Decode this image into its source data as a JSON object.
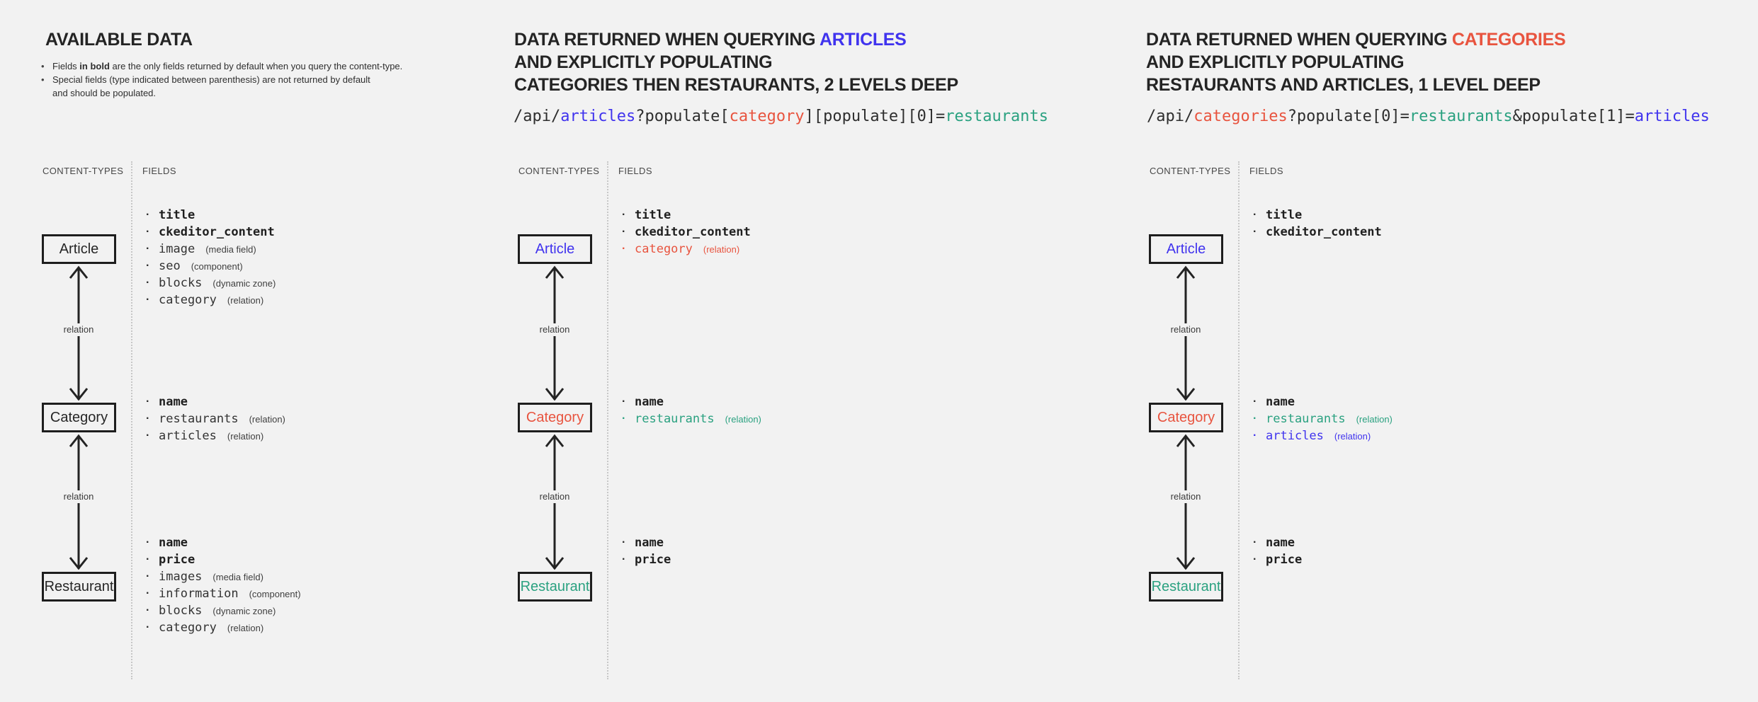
{
  "colors": {
    "bg": "#f2f2f2",
    "ink": "#242424",
    "blue": "#4033ee",
    "red": "#e8543f",
    "teal": "#2aa180",
    "muted": "#3f3f3f",
    "divider": "#c7c7c7",
    "line": "#232323"
  },
  "panels": [
    {
      "title": "AVAILABLE DATA",
      "notes": {
        "n1_pre": "Fields ",
        "n1_bold": "in bold",
        "n1_post": " are the only fields returned by default when you query the content-type.",
        "n2": "Special fields (type indicated between parenthesis) are not returned by default",
        "n2_cont": "and should be populated."
      },
      "column_headers": {
        "content_types": "CONTENT-TYPES",
        "fields": "FIELDS"
      },
      "relation_label": "relation",
      "boxes": {
        "article": "Article",
        "category": "Category",
        "restaurant": "Restaurant"
      },
      "article_fields": [
        {
          "name": "title",
          "bold": true
        },
        {
          "name": "ckeditor_content",
          "bold": true
        },
        {
          "name": "image",
          "type": "(media field)"
        },
        {
          "name": "seo",
          "type": "(component)"
        },
        {
          "name": "blocks",
          "type": "(dynamic zone)"
        },
        {
          "name": "category",
          "type": "(relation)"
        }
      ],
      "category_fields": [
        {
          "name": "name",
          "bold": true
        },
        {
          "name": "restaurants",
          "type": "(relation)"
        },
        {
          "name": "articles",
          "type": "(relation)"
        }
      ],
      "restaurant_fields": [
        {
          "name": "name",
          "bold": true
        },
        {
          "name": "price",
          "bold": true
        },
        {
          "name": "images",
          "type": "(media field)"
        },
        {
          "name": "information",
          "type": "(component)"
        },
        {
          "name": "blocks",
          "type": "(dynamic zone)"
        },
        {
          "name": "category",
          "type": "(relation)"
        }
      ]
    },
    {
      "heading": {
        "line1_pre": "DATA RETURNED WHEN QUERYING ",
        "line1_highlight": "ARTICLES",
        "line2": "AND EXPLICITLY POPULATING",
        "line3": "CATEGORIES THEN RESTAURANTS, 2 LEVELS DEEP"
      },
      "code": {
        "segments": [
          {
            "t": "/api/",
            "c": "dark"
          },
          {
            "t": "articles",
            "c": "blue"
          },
          {
            "t": "?populate[",
            "c": "dark"
          },
          {
            "t": "category",
            "c": "red"
          },
          {
            "t": "][populate][0]=",
            "c": "dark"
          },
          {
            "t": "restaurants",
            "c": "teal"
          }
        ]
      },
      "column_headers": {
        "content_types": "CONTENT-TYPES",
        "fields": "FIELDS"
      },
      "relation_label": "relation",
      "boxes": {
        "article": "Article",
        "category": "Category",
        "restaurant": "Restaurant"
      },
      "article_fields": [
        {
          "name": "title",
          "bold": true
        },
        {
          "name": "ckeditor_content",
          "bold": true
        },
        {
          "name": "category",
          "type": "(relation)",
          "color": "red"
        }
      ],
      "category_fields": [
        {
          "name": "name",
          "bold": true
        },
        {
          "name": "restaurants",
          "type": "(relation)",
          "color": "teal"
        }
      ],
      "restaurant_fields": [
        {
          "name": "name",
          "bold": true
        },
        {
          "name": "price",
          "bold": true
        }
      ]
    },
    {
      "heading": {
        "line1_pre": "DATA RETURNED WHEN QUERYING ",
        "line1_highlight": "CATEGORIES",
        "line2": "AND EXPLICITLY POPULATING",
        "line3": "RESTAURANTS AND ARTICLES, 1 LEVEL DEEP"
      },
      "code": {
        "segments": [
          {
            "t": "/api/",
            "c": "dark"
          },
          {
            "t": "categories",
            "c": "red"
          },
          {
            "t": "?populate[0]=",
            "c": "dark"
          },
          {
            "t": "restaurants",
            "c": "teal"
          },
          {
            "t": "&populate[1]=",
            "c": "dark"
          },
          {
            "t": "articles",
            "c": "blue"
          }
        ]
      },
      "column_headers": {
        "content_types": "CONTENT-TYPES",
        "fields": "FIELDS"
      },
      "relation_label": "relation",
      "boxes": {
        "article": "Article",
        "category": "Category",
        "restaurant": "Restaurant"
      },
      "article_fields": [
        {
          "name": "title",
          "bold": true
        },
        {
          "name": "ckeditor_content",
          "bold": true
        }
      ],
      "category_fields": [
        {
          "name": "name",
          "bold": true
        },
        {
          "name": "restaurants",
          "type": "(relation)",
          "color": "teal"
        },
        {
          "name": "articles",
          "type": "(relation)",
          "color": "blue"
        }
      ],
      "restaurant_fields": [
        {
          "name": "name",
          "bold": true
        },
        {
          "name": "price",
          "bold": true
        }
      ]
    }
  ]
}
